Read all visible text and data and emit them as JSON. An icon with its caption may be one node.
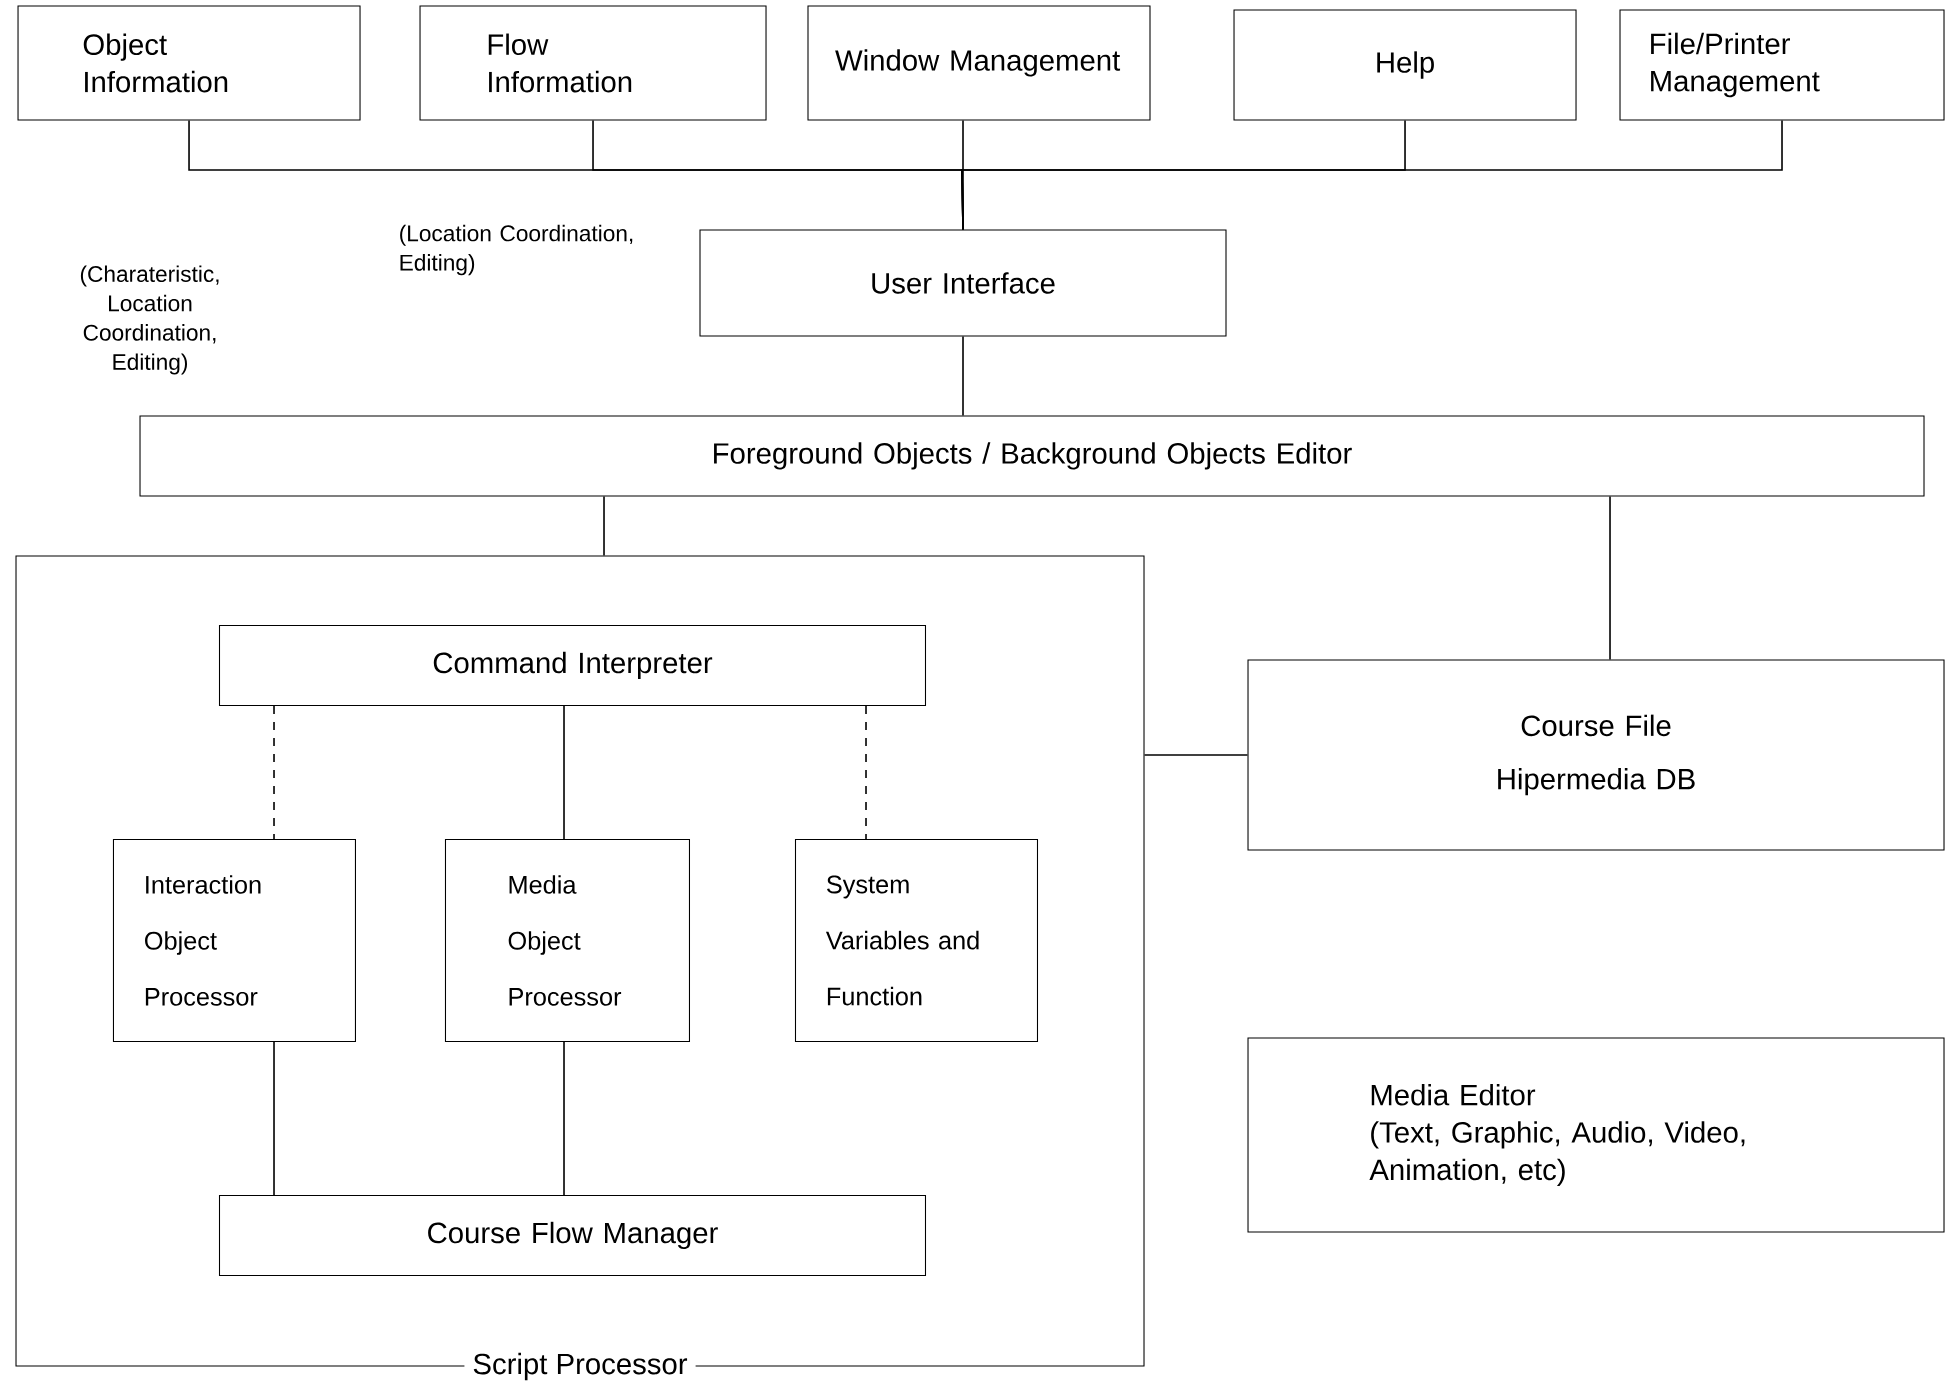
{
  "diagram": {
    "nodes": [
      {
        "text": [
          "Object Information"
        ]
      },
      {
        "text": [
          "Flow Information"
        ]
      },
      {
        "text": [
          "Window Management"
        ]
      },
      {
        "text": [
          "Help"
        ]
      },
      {
        "text": [
          "File/Printer Management"
        ]
      },
      {
        "text": [
          "User Interface"
        ]
      },
      {
        "text": [
          "Foreground Objects / Background Objects Editor"
        ]
      },
      {
        "text": [
          "Script Processor"
        ]
      },
      {
        "text": [
          "Command Interpreter"
        ],
        "in": 7
      },
      {
        "text": [
          "Interaction Object Processor"
        ],
        "in": 7
      },
      {
        "text": [
          "Media Object Processor"
        ],
        "in": 7
      },
      {
        "text": [
          "System Variables and Function"
        ],
        "in": 7
      },
      {
        "text": [
          "Course Flow Manager"
        ],
        "in": 7
      },
      {
        "text": [
          "Course File",
          "Hipermedia DB"
        ]
      },
      {
        "text": [
          "Media Editor",
          "(Text, Graphic, Audio, Video, Animation, etc)"
        ]
      }
    ],
    "edges": [
      {
        "from": 0,
        "to": 5,
        "arrow": "none"
      },
      {
        "from": 1,
        "to": 5,
        "arrow": "none"
      },
      {
        "from": 2,
        "to": 5,
        "arrow": "none"
      },
      {
        "from": 3,
        "to": 5,
        "arrow": "none"
      },
      {
        "from": 4,
        "to": 5,
        "arrow": "none"
      },
      {
        "from": 5,
        "to": 6,
        "arrow": "none"
      },
      {
        "from": 6,
        "to": 7,
        "arrow": "none"
      },
      {
        "from": 6,
        "to": 13,
        "arrow": "none"
      },
      {
        "from": 8,
        "to": 9,
        "arrow": "none",
        "style": "dashed"
      },
      {
        "from": 8,
        "to": 10,
        "arrow": "none"
      },
      {
        "from": 8,
        "to": 11,
        "arrow": "none",
        "style": "dashed"
      },
      {
        "from": 9,
        "to": 12,
        "arrow": "none"
      },
      {
        "from": 10,
        "to": 12,
        "arrow": "none"
      },
      {
        "from": 7,
        "to": 13,
        "arrow": "none"
      }
    ],
    "labels": [
      "(Charateristic, Location Coordination, Editing)",
      "(Location Coordination, Editing)"
    ]
  }
}
